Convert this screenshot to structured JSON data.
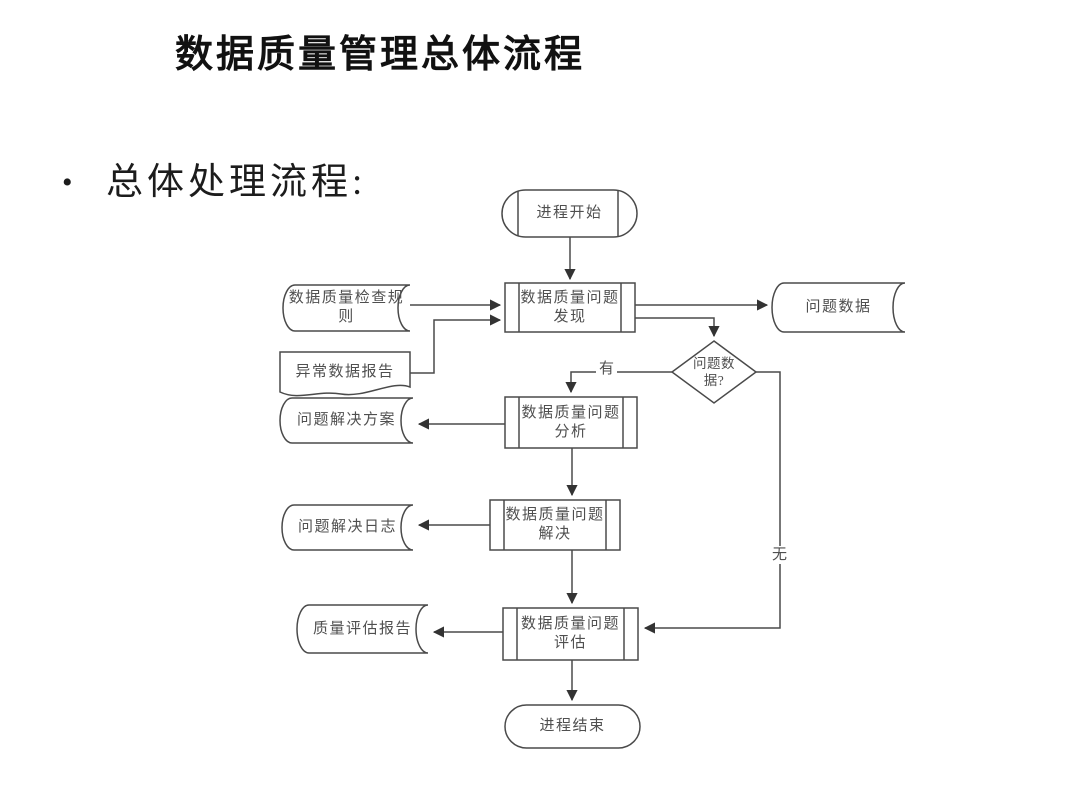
{
  "header": {
    "title": "数据质量管理总体流程"
  },
  "bullet": {
    "marker": "•",
    "text": "总体处理流程:"
  },
  "colors": {
    "stroke": "#4a4a4a",
    "node_text": "#4f4f4f",
    "title_text": "#111111",
    "background": "#ffffff"
  },
  "flowchart": {
    "nodes": {
      "start": {
        "type": "terminator",
        "lines": [
          "进程开始"
        ]
      },
      "discover": {
        "type": "predefined-process",
        "lines": [
          "数据质量问题",
          "发现"
        ]
      },
      "check_rules": {
        "type": "stored-data",
        "lines": [
          "数据质量检查规",
          "则"
        ]
      },
      "abnormal_report": {
        "type": "document",
        "lines": [
          "异常数据报告"
        ]
      },
      "problem_data": {
        "type": "stored-data",
        "lines": [
          "问题数据"
        ]
      },
      "decision": {
        "type": "decision",
        "lines": [
          "问题数",
          "据?"
        ]
      },
      "analyze": {
        "type": "predefined-process",
        "lines": [
          "数据质量问题",
          "分析"
        ]
      },
      "solution": {
        "type": "stored-data",
        "lines": [
          "问题解决方案"
        ]
      },
      "resolve": {
        "type": "predefined-process",
        "lines": [
          "数据质量问题",
          "解决"
        ]
      },
      "log": {
        "type": "stored-data",
        "lines": [
          "问题解决日志"
        ]
      },
      "evaluate": {
        "type": "predefined-process",
        "lines": [
          "数据质量问题",
          "评估"
        ]
      },
      "eval_report": {
        "type": "stored-data",
        "lines": [
          "质量评估报告"
        ]
      },
      "end": {
        "type": "terminator",
        "lines": [
          "进程结束"
        ]
      }
    },
    "edge_labels": {
      "yes": "有",
      "no": "无"
    }
  }
}
